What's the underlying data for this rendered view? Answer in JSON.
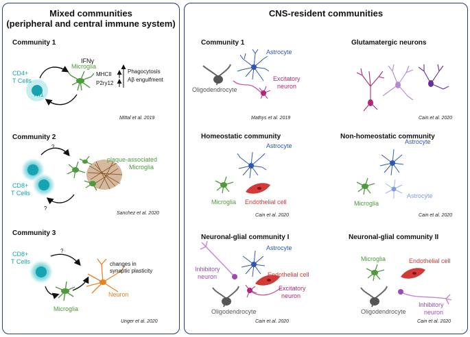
{
  "left_panel": {
    "title_line1": "Mixed communities",
    "title_line2": "(peripheral and central immune system)",
    "community1": {
      "title": "Community 1",
      "cd4_line1": "CD4+",
      "cd4_line2": "T Cells",
      "th1": "Th1",
      "ifn": "IFNγ",
      "microglia": "Microglia",
      "mhcii": "MHCII",
      "p2ry12": "P2ry12",
      "phago": "Phagocytosis",
      "engulf": "Aβ engulfment",
      "citation": "Mittal et al. 2019"
    },
    "community2": {
      "title": "Community 2",
      "q1": "?",
      "q2": "?",
      "plaque_line1": "plaque-associated",
      "plaque_line2": "Microglia",
      "cd8_line1": "CD8+",
      "cd8_line2": "T Cells",
      "citation": "Sanchez et al. 2020"
    },
    "community3": {
      "title": "Community 3",
      "cd8_line1": "CD8+",
      "cd8_line2": "T Cells",
      "q": "?",
      "changes_line1": "changes in",
      "changes_line2": "synaptic plasticity",
      "neuron": "Neuron",
      "microglia": "Microglia",
      "citation": "Unger et al. 2020"
    }
  },
  "right_panel": {
    "title": "CNS-resident communities",
    "community1": {
      "title": "Community 1",
      "astrocyte": "Astrocyte",
      "oligo": "Oligodendrocyte",
      "exc_line1": "Excitatory",
      "exc_line2": "neuron",
      "citation": "Mathys et al. 2019"
    },
    "glutamatergic": {
      "title": "Glutamatergic neurons",
      "citation": "Cain et al. 2020"
    },
    "homeostatic": {
      "title": "Homeostatic community",
      "astrocyte": "Astrocyte",
      "microglia": "Microglia",
      "endothelial": "Endothelial cell",
      "citation": "Cain et al. 2020"
    },
    "nonhomeostatic": {
      "title": "Non-homeostatic community",
      "astrocyte1": "Astrocyte",
      "astrocyte2": "Astrocyte",
      "microglia": "Microglia",
      "citation": "Cain et al. 2020"
    },
    "ng1": {
      "title": "Neuronal-glial community I",
      "astrocyte": "Astrocyte",
      "inh_line1": "Inhibitory",
      "inh_line2": "neuron",
      "endothelial": "Endothelial cell",
      "exc_line1": "Excitatory",
      "exc_line2": "neuron",
      "oligo": "Oligodendrocyte",
      "citation": "Cain  et al. 2020"
    },
    "ng2": {
      "title": "Neuronal-glial community II",
      "microglia": "Microglia",
      "endothelial": "Endothelial cell",
      "inh_line1": "Inhibitory",
      "inh_line2": "neuron",
      "oligo": "Oligodendrocyte",
      "citation": "Cain  et al. 2020"
    }
  },
  "colors": {
    "border": "#1f3b78",
    "tcell": "#17a3b0",
    "microglia": "#4e9a3c",
    "astrocyte": "#2d55b8",
    "endothelial": "#d23a3a",
    "excitatory": "#b0277a",
    "inhibitory": "#9c4bb5",
    "oligodendrocyte": "#555555",
    "neuron": "#e8821e"
  }
}
